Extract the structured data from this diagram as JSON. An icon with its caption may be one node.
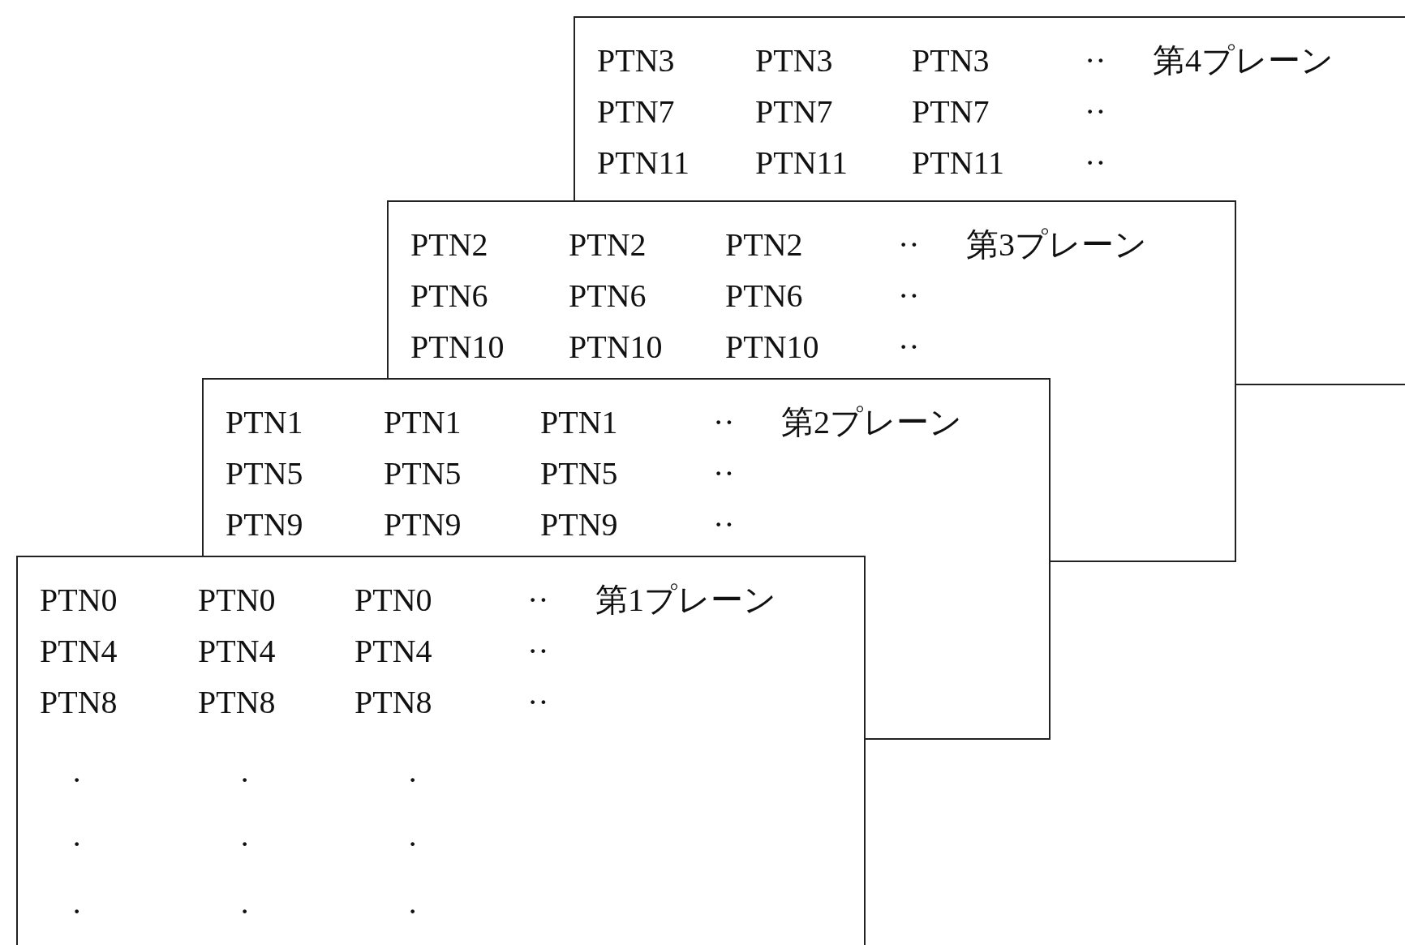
{
  "diagram": {
    "nodes": [
      {
        "text": [
          "PTN3",
          "PTN3",
          "PTN3",
          "··",
          "第4プレーン",
          "PTN7",
          "PTN7",
          "PTN7",
          "··",
          "PTN11",
          "PTN11",
          "PTN11",
          "··"
        ]
      },
      {
        "text": [
          "PTN2",
          "PTN2",
          "PTN2",
          "··",
          "第3プレーン",
          "PTN6",
          "PTN6",
          "PTN6",
          "··",
          "PTN10",
          "PTN10",
          "PTN10",
          "··"
        ]
      },
      {
        "text": [
          "PTN1",
          "PTN1",
          "PTN1",
          "··",
          "第2プレーン",
          "PTN5",
          "PTN5",
          "PTN5",
          "··",
          "PTN9",
          "PTN9",
          "PTN9",
          "··"
        ]
      },
      {
        "text": [
          "PTN0",
          "PTN0",
          "PTN0",
          "··",
          "第1プレーン",
          "PTN4",
          "PTN4",
          "PTN4",
          "··",
          "PTN8",
          "PTN8",
          "PTN8",
          "··",
          "·",
          "·",
          "·",
          "·",
          "·",
          "·",
          "·",
          "·",
          "·"
        ]
      }
    ]
  }
}
